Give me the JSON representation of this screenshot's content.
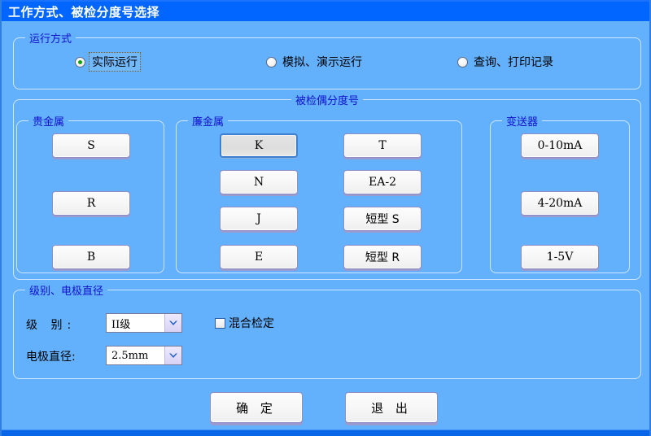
{
  "window": {
    "title": "工作方式、被检分度号选择"
  },
  "run_mode": {
    "legend": "运行方式",
    "options": [
      {
        "label": "实际运行",
        "selected": true
      },
      {
        "label": "模拟、演示运行",
        "selected": false
      },
      {
        "label": "查询、打印记录",
        "selected": false
      }
    ]
  },
  "index_number": {
    "legend": "被检偶分度号",
    "noble": {
      "legend": "贵金属",
      "buttons": [
        {
          "label": "S",
          "selected": false
        },
        {
          "label": "R",
          "selected": false
        },
        {
          "label": "B",
          "selected": false
        }
      ]
    },
    "base": {
      "legend": "廉金属",
      "column1": [
        {
          "label": "K",
          "selected": true
        },
        {
          "label": "N",
          "selected": false
        },
        {
          "label": "J",
          "selected": false
        },
        {
          "label": "E",
          "selected": false
        }
      ],
      "column2": [
        {
          "label": "T",
          "selected": false
        },
        {
          "label": "EA-2",
          "selected": false
        },
        {
          "label": "短型 S",
          "selected": false
        },
        {
          "label": "短型 R",
          "selected": false
        }
      ]
    },
    "transmitter": {
      "legend": "变送器",
      "buttons": [
        {
          "label": "0-10mA",
          "selected": false
        },
        {
          "label": "4-20mA",
          "selected": false
        },
        {
          "label": "1-5V",
          "selected": false
        }
      ]
    }
  },
  "class_section": {
    "legend": "级别、电极直径",
    "class_label": "级  别:",
    "class_value": "II级",
    "diameter_label": "电极直径:",
    "diameter_value": "2.5mm",
    "mixed_checkbox_label": "混合检定",
    "mixed_checked": false
  },
  "actions": {
    "confirm_label": "确 定",
    "exit_label": "退 出"
  },
  "colors": {
    "titlebar": "#0066ff",
    "background": "#63b0fd",
    "legend_text": "#1111cc",
    "radio_dot": "#149f14",
    "selected_button_border": "#3f7fd0"
  }
}
